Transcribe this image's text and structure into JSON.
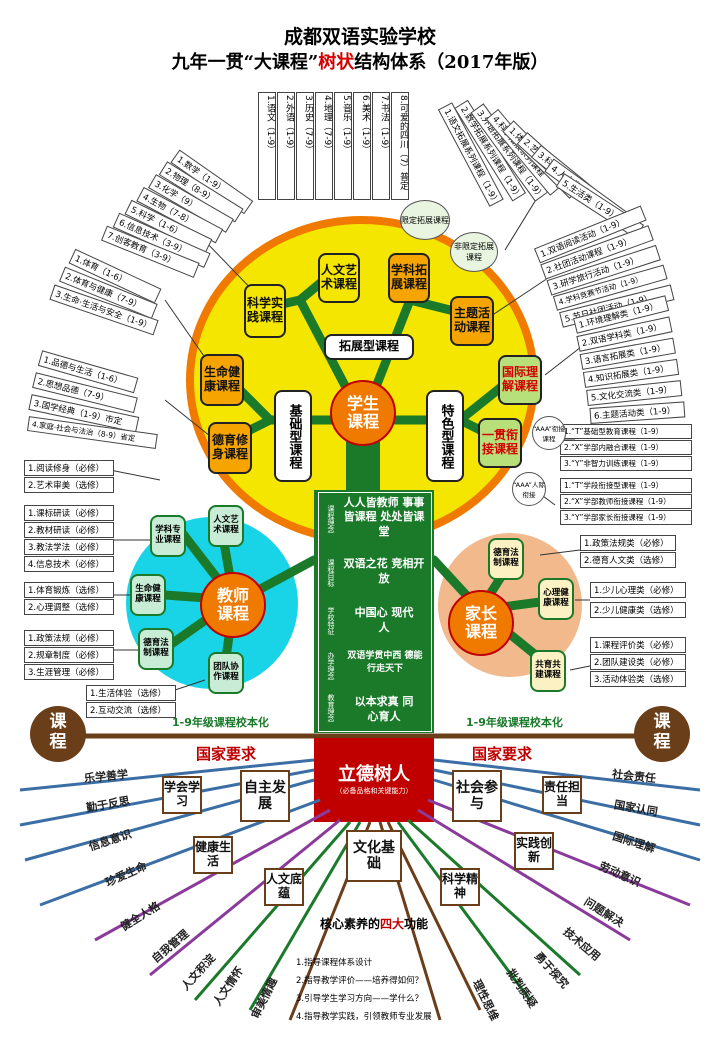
{
  "title": {
    "line1": "成都双语实验学校",
    "line2a": "九年一贯“大课程”",
    "line2b": "树状",
    "line2c": "结构体系（2017年版）"
  },
  "student": {
    "center": "学生课程",
    "extend": "拓展型课程",
    "basic": "基础型课程",
    "special": "特色型课程",
    "bubbles": {
      "b1": "限定拓展课程",
      "b2": "非限定拓展课程"
    },
    "branches": {
      "science": "科学实践课程",
      "arts": "人文艺术课程",
      "subject": "学科拓展课程",
      "theme": "主题活动课程",
      "life": "生命健康课程",
      "moral": "德育修身课程",
      "intl": "国际理解课程",
      "link": "一贯衔接课程",
      "aaa": "“AAA”衔接课程",
      "aaa2": "“AAA”人际衔接"
    },
    "basic_list": [
      "1.语文（1-9）",
      "2.外语（1-9）",
      "3.历史（7-9）",
      "4.地理（7-9）",
      "5.音乐（1-9）",
      "6.美术（1-9）",
      "7.书法（1-9）",
      "8.可爱的四川（7）普定"
    ],
    "science_list": [
      "1.数学（1-9）",
      "2.物理（8-9）",
      "3.化学（9）",
      "4.生物（7-8）",
      "5.科学（1-6）",
      "6.信息技术（3-9）",
      "7.创客教育（3-9）"
    ],
    "sports_list": [
      "1.体育（1-6）",
      "2.体育与健康（7-9）",
      "3.生命·生活与安全（1-9）"
    ],
    "moral_list": [
      "1.品德与生活（1-6）",
      "2.思想品德（7-9）",
      "3.国学经典（1-9）市定",
      "4.家庭·社会与法治（8-9）省定"
    ],
    "subject_list": [
      "1.语文拓展系列课程（1-9）",
      "2.数学拓展系列课程（1-9）",
      "3.外语拓展系列课程（1-9）",
      "4.科学拓展系列课程"
    ],
    "elective_list": [
      "1.体育类（1-9）",
      "2.艺术类（1-9）",
      "3.科技类（1-9）",
      "4.人文类（1-9）",
      "5.生活类（1-9）"
    ],
    "theme_list": [
      "1.双语阅读活动（1-9）",
      "2.社团活动课程（1-9）",
      "3.研学旅行活动（1-9）",
      "4.学科竞赛节活动（1-9）",
      "5.节日社团活动（1-9）"
    ],
    "intl_list": [
      "1.环境理解类（1-9）",
      "2.双语学科类（1-9）",
      "3.语言拓展类（1-9）",
      "4.知识拓展类（1-9）",
      "5.文化交流类（1-9）",
      "6.主题活动类（1-9）"
    ],
    "link_list": [
      "1.“T”基础型教育课程（1-9）",
      "2.“X”学部内融合课程（1-9）",
      "3.“Y”非智力训练课程（1-9）"
    ],
    "link_list2": [
      "1.“T”学段衔接型课程（1-9）",
      "2.“X”学部教师衔接课程（1-9）",
      "3.“Y”学部家长衔接课程（1-9）"
    ]
  },
  "trunk": [
    {
      "side": "课程理念",
      "text": "人人皆教师 事事皆课程 处处皆课堂"
    },
    {
      "side": "课程目标",
      "text": "双语之花 竞相开放"
    },
    {
      "side": "学校特征",
      "text": "中国心 现代人"
    },
    {
      "side": "办学理念",
      "text": "双语学贯中西 德能行走天下"
    },
    {
      "side": "教育理念",
      "text": "以本求真 同心育人"
    }
  ],
  "teacher": {
    "center": "教师课程",
    "nodes": {
      "subject": "学科专业课程",
      "arts": "人文艺术课程",
      "life": "生命健康课程",
      "law": "德育法制课程",
      "team": "团队协作课程"
    },
    "list1": [
      "1.阅读修身（必修）",
      "2.艺术审美（选修）"
    ],
    "list2": [
      "1.课标研读（必修）",
      "2.教材研读（必修）",
      "3.教法学法（必修）",
      "4.信息技术（必修）"
    ],
    "list3": [
      "1.体育锻炼（选修）",
      "2.心理调整（选修）"
    ],
    "list4": [
      "1.政策法规（必修）",
      "2.规章制度（必修）",
      "3.生涯管理（必修）"
    ],
    "list5": [
      "1.生活体验（选修）",
      "2.互动交流（选修）"
    ]
  },
  "parent": {
    "center": "家长课程",
    "nodes": {
      "law": "德育法制课程",
      "life": "心理健康课程",
      "team": "共育共建课程"
    },
    "list1": [
      "1.政策法规类（必修）",
      "2.德育人文类（选修）"
    ],
    "list2": [
      "1.少儿心理类（必修）",
      "2.少儿健康类（选修）"
    ],
    "list3": [
      "1.课程评价类（必修）",
      "2.团队建设类（必修）",
      "3.活动体验类（选修）"
    ]
  },
  "localize_left": "1-9年级课程校本化",
  "localize_right": "1-9年级课程校本化",
  "root_left": "课程",
  "root_right": "课程",
  "national_left": "国家要求",
  "national_right": "国家要求",
  "center_core": {
    "title": "立德树人",
    "sub": "（必备品格和关键能力）"
  },
  "roots": {
    "self": "自主发展",
    "social": "社会参与",
    "culture": "文化基础",
    "learn": "学会学习",
    "health": "健康生活",
    "human": "人文底蕴",
    "sci": "科学精神",
    "duty": "责任担当",
    "practice": "实践创新"
  },
  "left_words": [
    "乐学善学",
    "勤于反思",
    "信息意识",
    "珍爱生命",
    "健全人格",
    "自我管理",
    "人文积淀",
    "人文情怀",
    "审美情趣"
  ],
  "right_words": [
    "社会责任",
    "国家认同",
    "国际理解",
    "劳动意识",
    "问题解决",
    "技术应用",
    "勇于探究",
    "批判质疑",
    "理性思维"
  ],
  "functions": {
    "title_a": "核心素养的",
    "title_b": "四大",
    "title_c": "功能",
    "items": [
      "1.指导课程体系设计",
      "2.指导教学评价——培养得如何？",
      "3.引导学生学习方向——学什么？",
      "4.指导教学实践，引领教师专业发展"
    ]
  },
  "colors": {
    "yellow": "#f5e600",
    "orange": "#f07a00",
    "green": "#1a7a2a",
    "red": "#c00000",
    "brown": "#6b3e1a",
    "cyan": "#19d3e6",
    "peach": "#f2b98c"
  }
}
